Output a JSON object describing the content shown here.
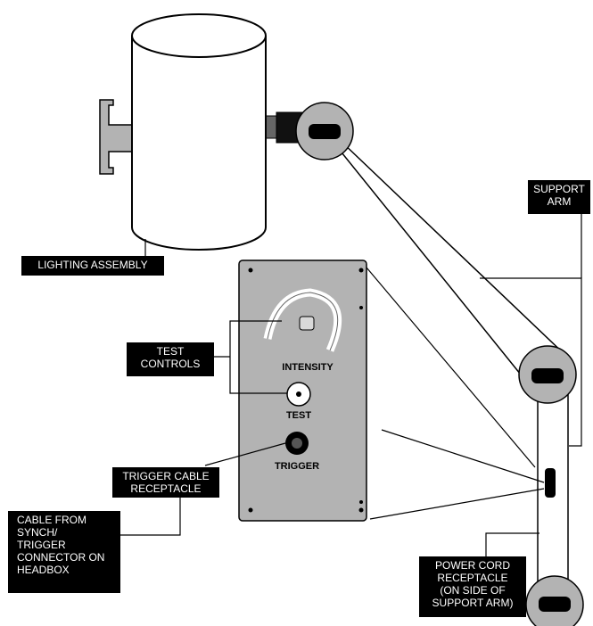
{
  "callouts": {
    "lighting_assembly": "LIGHTING ASSEMBLY",
    "support_arm": "SUPPORT\nARM",
    "test_controls": "TEST\nCONTROLS",
    "trigger_cable_receptacle": "TRIGGER CABLE\nRECEPTACLE",
    "cable_from_synch": "CABLE FROM\nSYNCH/\nTRIGGER\nCONNECTOR ON\nHEADBOX",
    "power_cord_receptacle": "POWER CORD\nRECEPTACLE\n(ON SIDE OF\nSUPPORT ARM)"
  },
  "panel": {
    "intensity_label": "INTENSITY",
    "test_label": "TEST",
    "trigger_label": "TRIGGER"
  },
  "colors": {
    "panel_fill": "#b3b3b3",
    "label_background": "#000000",
    "label_text": "#ffffff",
    "line": "#000000"
  }
}
